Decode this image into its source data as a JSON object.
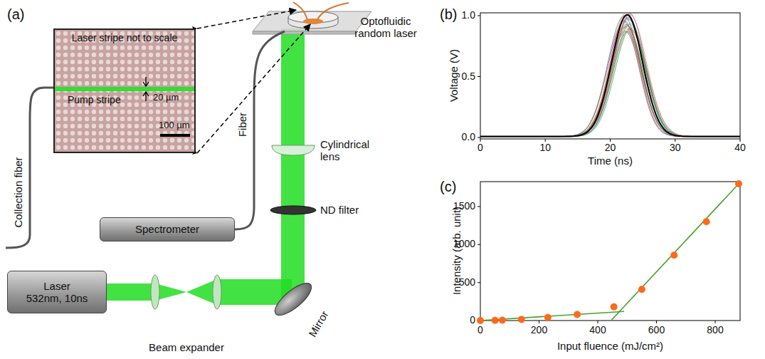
{
  "diagram": {
    "nodes": [
      {
        "text": [
          "Laser stripe not to scale",
          "Pump stripe",
          "20 µm",
          "100 µm"
        ]
      },
      {
        "text": [
          "Spectrometer"
        ]
      },
      {
        "text": [
          "Laser 532nm, 10ns"
        ]
      }
    ],
    "labels": [
      "(a)",
      "Optofluidic random laser",
      "Fiber",
      "Collection fiber",
      "Cylindrical lens",
      "ND filter",
      "Mirror",
      "Beam expander",
      "(b)",
      "1.0",
      "0.5",
      "0.0",
      "0",
      "10",
      "20",
      "30",
      "40",
      "Voltage (V)",
      "Time (ns)",
      "(c)",
      "0",
      "500",
      "1000",
      "1500",
      "0",
      "200",
      "400",
      "600",
      "800",
      "Intensity (arb. unit)",
      "Input fluence (mJ/cm²)"
    ]
  }
}
